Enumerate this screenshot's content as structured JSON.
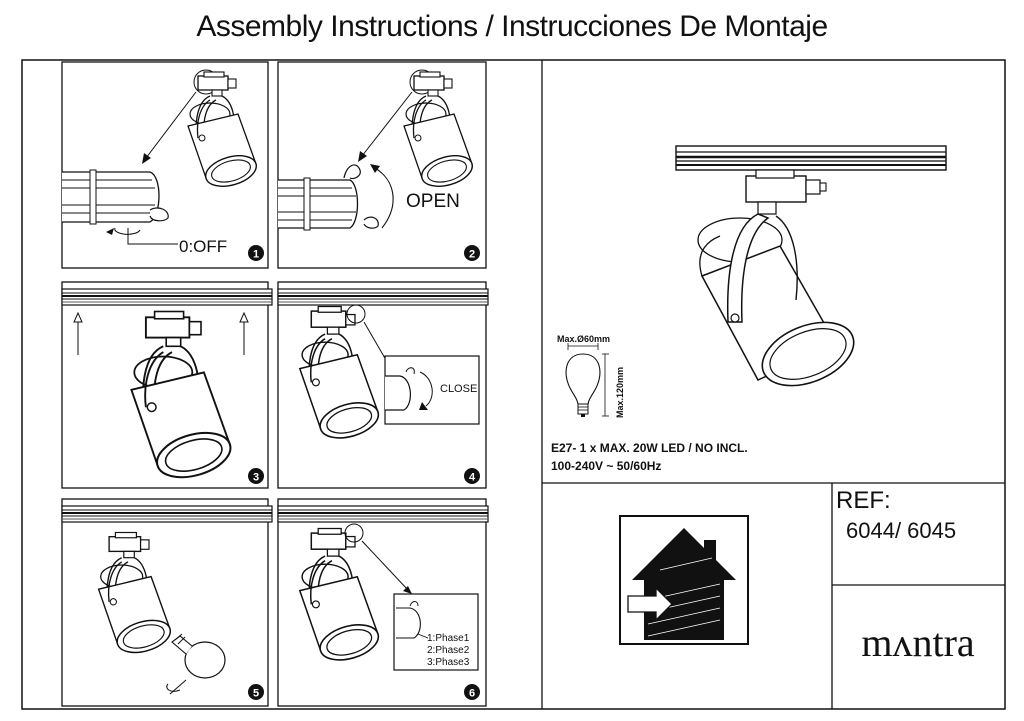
{
  "title": "Assembly Instructions / Instrucciones De Montaje",
  "steps": [
    {
      "number": "1",
      "label": "0:OFF"
    },
    {
      "number": "2",
      "label": "OPEN"
    },
    {
      "number": "3",
      "label": ""
    },
    {
      "number": "4",
      "label": "CLOSE"
    },
    {
      "number": "5",
      "label": ""
    },
    {
      "number": "6",
      "label": ""
    }
  ],
  "phases": [
    "1:Phase1",
    "2:Phase2",
    "3:Phase3"
  ],
  "bulb": {
    "width_label": "Max.Ø60mm",
    "height_label": "Max.120mm"
  },
  "spec": {
    "line1": "E27- 1 x MAX.  20W  LED / NO INCL.",
    "line2": "100-240V  ~  50/60Hz"
  },
  "ref": {
    "label": "REF:",
    "codes": "6044/ 6045"
  },
  "brand": "mʌntra",
  "icons": [
    "indoor-use-house-icon",
    "spotlight-icon",
    "light-bulb-icon"
  ]
}
